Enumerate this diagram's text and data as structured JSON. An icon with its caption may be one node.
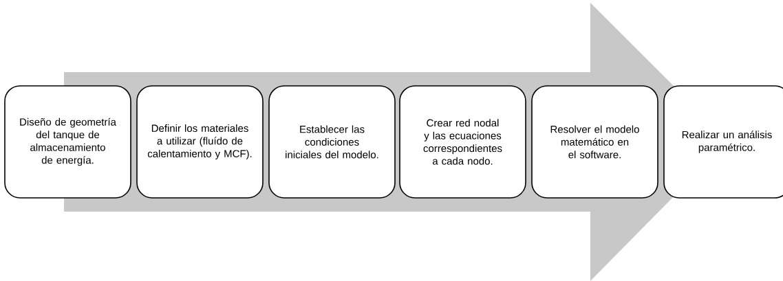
{
  "diagram": {
    "nodes": [
      {
        "text": [
          "Diseño de geometría del tanque de almacenamiento de energía."
        ]
      },
      {
        "text": [
          "Definir los materiales a utilizar (fluído de calentamiento y MCF)."
        ]
      },
      {
        "text": [
          "Establecer las condiciones iniciales del modelo."
        ]
      },
      {
        "text": [
          "Crear red nodal y las ecuaciones correspondientes a cada nodo."
        ]
      },
      {
        "text": [
          "Resolver el modelo matemático en el software."
        ]
      },
      {
        "text": [
          "Realizar un análisis paramétrico."
        ]
      }
    ],
    "edges": [
      {
        "from": 0,
        "to": 5,
        "arrow": "to"
      }
    ]
  }
}
